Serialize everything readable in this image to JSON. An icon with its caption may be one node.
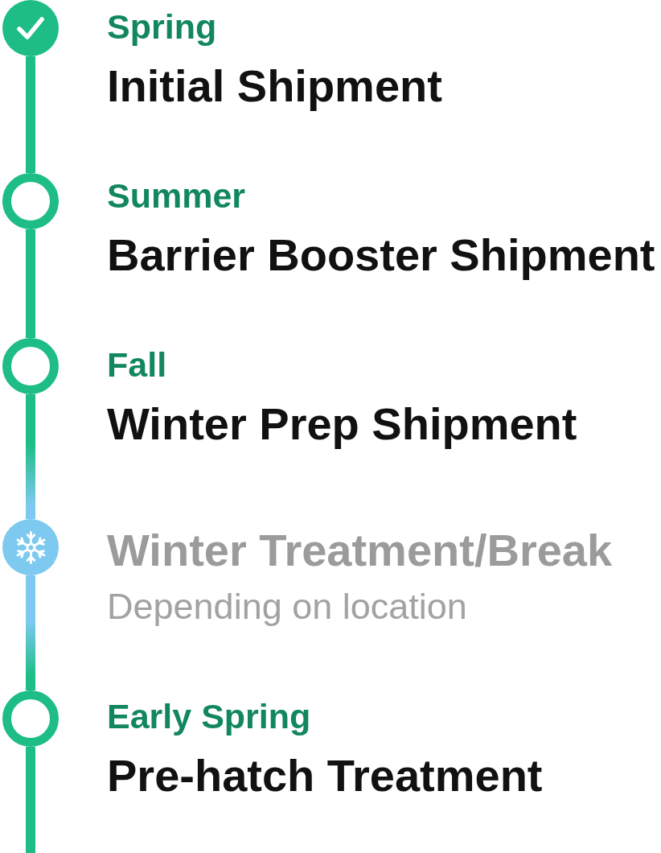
{
  "diagram": {
    "nodes": [
      {
        "text": [],
        "shape": "circle",
        "beside": [
          "Spring",
          "Initial Shipment"
        ]
      },
      {
        "text": [],
        "shape": "circle",
        "beside": [
          "Summer",
          "Barrier Booster Shipment"
        ]
      },
      {
        "text": [],
        "shape": "circle",
        "beside": [
          "Fall",
          "Winter Prep Shipment"
        ]
      },
      {
        "text": [],
        "shape": "circle",
        "beside": [
          "Winter Treatment/Break",
          "Depending on location"
        ]
      },
      {
        "text": [],
        "shape": "circle",
        "beside": [
          "Early Spring",
          "Pre-hatch Treatment"
        ]
      }
    ],
    "edges": [
      {
        "from": 0,
        "to": 1,
        "arrow": "none"
      },
      {
        "from": 1,
        "to": 2,
        "arrow": "none"
      },
      {
        "from": 2,
        "to": 3,
        "arrow": "none",
        "color": "#7dc9ef"
      },
      {
        "from": 3,
        "to": 4,
        "arrow": "none",
        "color": "#7dc9ef"
      },
      {
        "from": 4,
        "to": null,
        "arrow": "none"
      }
    ]
  }
}
